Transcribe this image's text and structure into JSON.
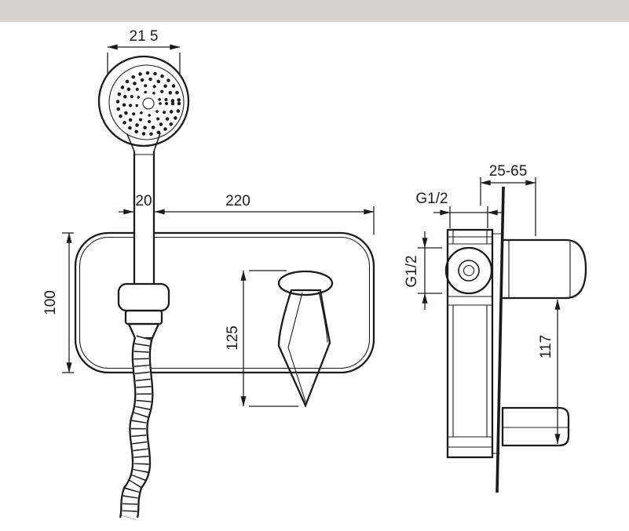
{
  "window": {
    "background": "#ffffff",
    "top_bar_color": "#d7d3cf"
  },
  "drawing": {
    "stroke_color": "#1b1b1b",
    "gasket_color": "#c5c5c5",
    "labels": {
      "head_width": "21 5",
      "shaft_width": "20",
      "plate_width": "220",
      "plate_height": "100",
      "handle_length": "125",
      "depth_range": "25-65",
      "top_port": "G1/2",
      "side_port": "G1/2",
      "outlet_distance": "117"
    }
  }
}
